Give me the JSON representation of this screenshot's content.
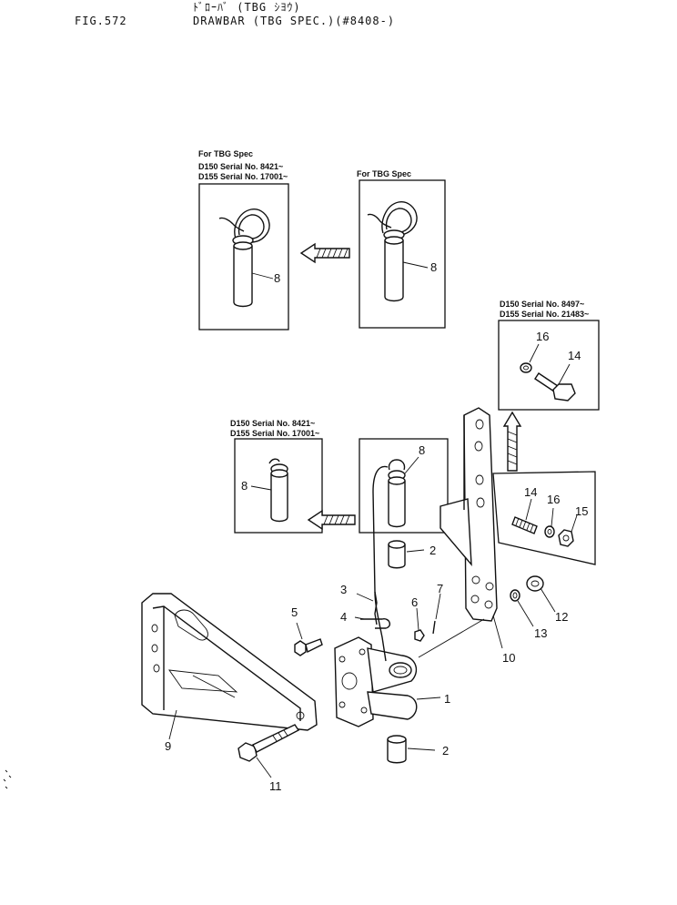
{
  "header": {
    "figure_number": "FIG.572",
    "japanese_title": "ﾄﾞﾛｰﾊﾞ (TBG ｼﾖｳ)",
    "title": "DRAWBAR (TBG SPEC.)(#8408-)"
  },
  "notes": {
    "top_left_line1": "For TBG Spec",
    "top_left_line2": "D150 Serial No. 8421~",
    "top_left_line3": "D155 Serial No. 17001~",
    "top_right": "For TBG Spec",
    "mid_left_line1": "D150 Serial No. 8421~",
    "mid_left_line2": "D155 Serial No. 17001~",
    "right_line1": "D150 Serial No. 8497~",
    "right_line2": "D155 Serial No. 21483~"
  },
  "callouts": {
    "c1": "1",
    "c2a": "2",
    "c2b": "2",
    "c3": "3",
    "c4": "4",
    "c5": "5",
    "c6": "6",
    "c7": "7",
    "c8a": "8",
    "c8b": "8",
    "c8c": "8",
    "c8d": "8",
    "c9": "9",
    "c10": "10",
    "c11": "11",
    "c12": "12",
    "c13": "13",
    "c14a": "14",
    "c14b": "14",
    "c15": "15",
    "c16a": "16",
    "c16b": "16"
  }
}
